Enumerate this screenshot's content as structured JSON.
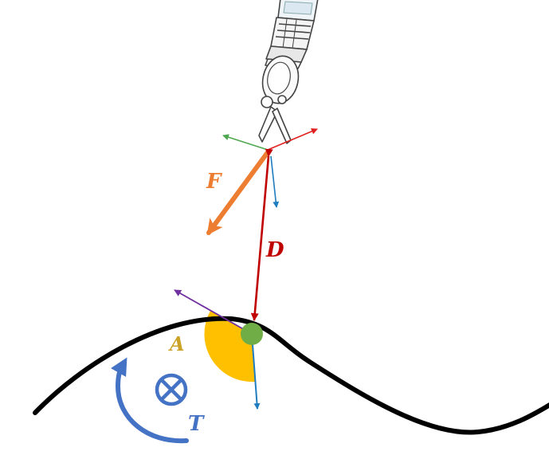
{
  "labels": {
    "force": "F",
    "distance": "D",
    "angle": "A",
    "torque": "T"
  },
  "colors": {
    "force": "#ED7D31",
    "distance": "#C00000",
    "angle": "#FFC000",
    "angle_label": "#C9A227",
    "torque": "#4472C4",
    "contact_point": "#70AD47",
    "frame_x": "#E02020",
    "frame_y": "#4FA84F",
    "frame_z": "#1F7DC0",
    "tangent": "#7030A0",
    "surface": "#000000"
  },
  "icons": {
    "instrument": "surgical-grasper-icon",
    "torque_direction": "into-page-circle-cross-icon"
  }
}
